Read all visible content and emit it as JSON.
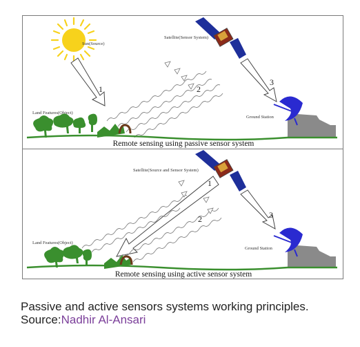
{
  "passive": {
    "sun_label": "Sun(Source)",
    "satellite_label": "Satellite(Sensor System)",
    "land_label": "Land Features(Object)",
    "ground_label": "Ground Station",
    "step1": "1",
    "step2": "2",
    "step3": "3",
    "title": "Remote sensing using passive sensor system"
  },
  "active": {
    "satellite_label": "Satellite(Source and Sensor System)",
    "land_label": "Land Features(Object)",
    "ground_label": "Ground Station",
    "step1": "1",
    "step2": "2",
    "step3": "3",
    "title": "Remote sensing using active sensor system"
  },
  "caption": {
    "text": "Passive and active sensors systems working principles.",
    "source_prefix": "Source:",
    "source_name": "Nadhir Al-Ansari"
  },
  "colors": {
    "sun": "#f7d21c",
    "grass": "#3a8f2e",
    "satellite_panel": "#1e2f9a",
    "satellite_body": "#8b2a1a",
    "dish": "#2a2ad0",
    "station": "#8a8a8a",
    "link": "#7b3f9a"
  }
}
